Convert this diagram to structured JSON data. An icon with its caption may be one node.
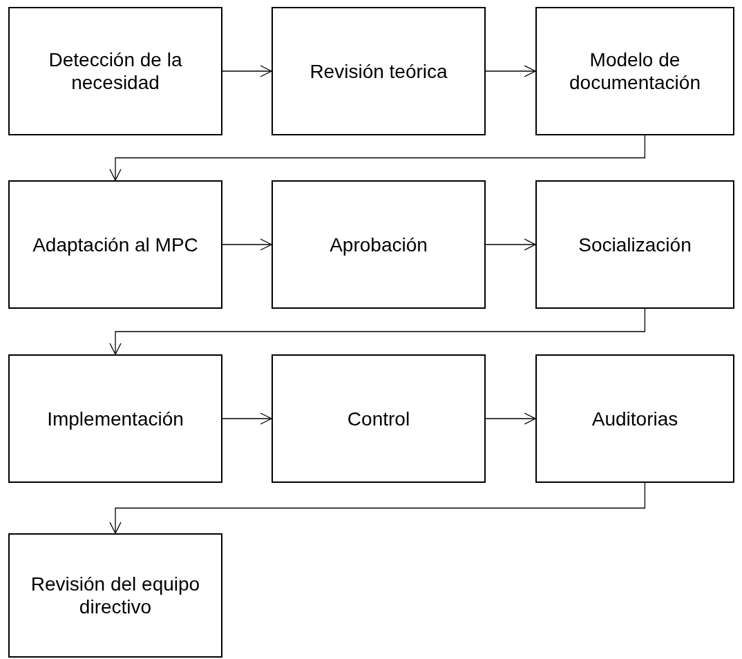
{
  "diagram": {
    "nodes": [
      {
        "text": [
          "Detección de la necesidad"
        ]
      },
      {
        "text": [
          "Revisión teórica"
        ]
      },
      {
        "text": [
          "Modelo de documentación"
        ]
      },
      {
        "text": [
          "Adaptación al MPC"
        ]
      },
      {
        "text": [
          "Aprobación"
        ]
      },
      {
        "text": [
          "Socialización"
        ]
      },
      {
        "text": [
          "Implementación"
        ]
      },
      {
        "text": [
          "Control"
        ]
      },
      {
        "text": [
          "Auditorias"
        ]
      },
      {
        "text": [
          "Revisión del equipo directivo"
        ]
      }
    ],
    "edges": [
      {
        "from": 0,
        "to": 1,
        "arrow": "to"
      },
      {
        "from": 1,
        "to": 2,
        "arrow": "to"
      },
      {
        "from": 2,
        "to": 3,
        "arrow": "to"
      },
      {
        "from": 3,
        "to": 4,
        "arrow": "to"
      },
      {
        "from": 4,
        "to": 5,
        "arrow": "to"
      },
      {
        "from": 5,
        "to": 6,
        "arrow": "to"
      },
      {
        "from": 6,
        "to": 7,
        "arrow": "to"
      },
      {
        "from": 7,
        "to": 8,
        "arrow": "to"
      },
      {
        "from": 8,
        "to": 9,
        "arrow": "to"
      }
    ]
  }
}
